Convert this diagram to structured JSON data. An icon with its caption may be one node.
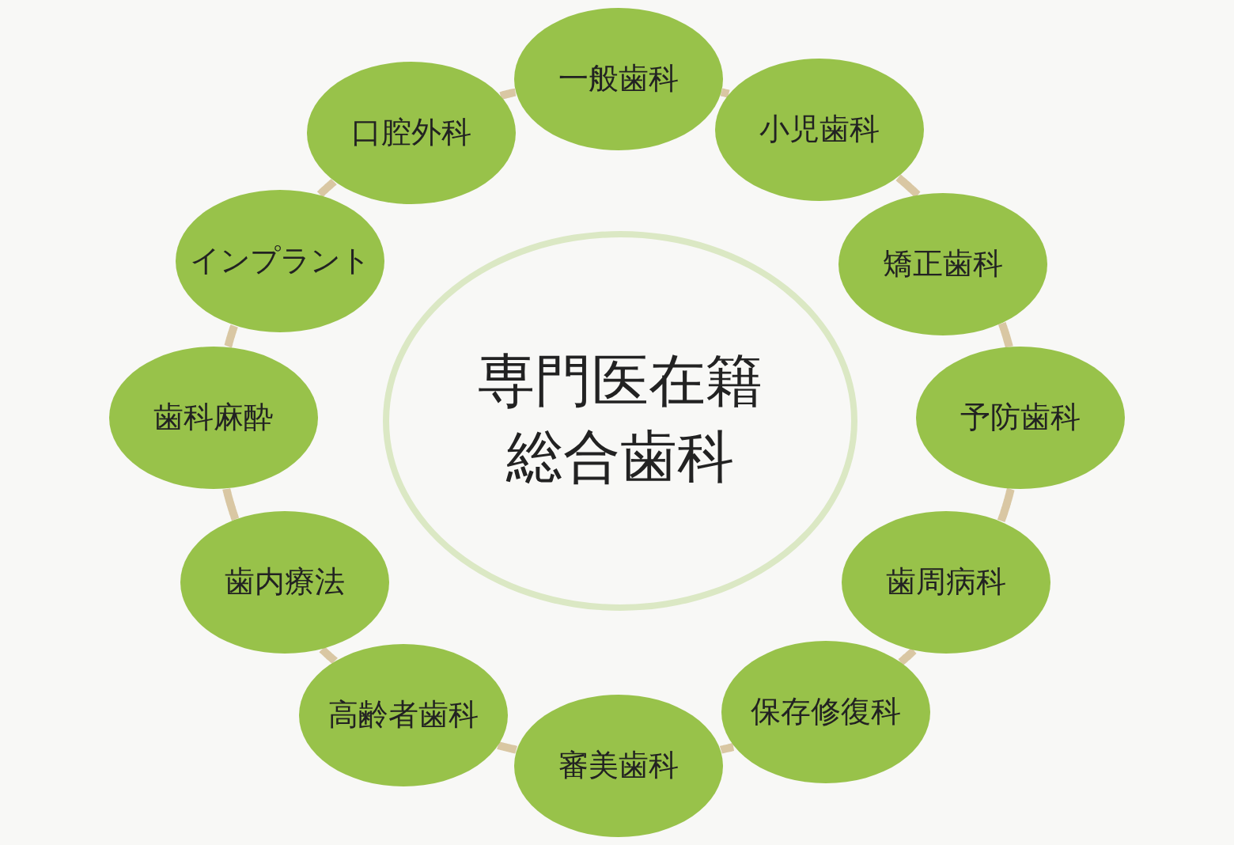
{
  "diagram": {
    "nodes": [
      {
        "text": [
          "専門医在籍総合歯科"
        ]
      },
      {
        "text": [
          "一般歯科"
        ]
      },
      {
        "text": [
          "小児歯科"
        ]
      },
      {
        "text": [
          "矯正歯科"
        ]
      },
      {
        "text": [
          "予防歯科"
        ]
      },
      {
        "text": [
          "歯周病科"
        ]
      },
      {
        "text": [
          "保存修復科"
        ]
      },
      {
        "text": [
          "審美歯科"
        ]
      },
      {
        "text": [
          "高齢者歯科"
        ]
      },
      {
        "text": [
          "歯内療法"
        ]
      },
      {
        "text": [
          "歯科麻酔"
        ]
      },
      {
        "text": [
          "インプラント"
        ]
      },
      {
        "text": [
          "口腔外科"
        ]
      }
    ],
    "edges": [
      {
        "from": 1,
        "to": 2,
        "arrow": "none"
      },
      {
        "from": 2,
        "to": 3,
        "arrow": "none"
      },
      {
        "from": 3,
        "to": 4,
        "arrow": "none"
      },
      {
        "from": 4,
        "to": 5,
        "arrow": "none"
      },
      {
        "from": 5,
        "to": 6,
        "arrow": "none"
      },
      {
        "from": 6,
        "to": 7,
        "arrow": "none"
      },
      {
        "from": 7,
        "to": 8,
        "arrow": "none"
      },
      {
        "from": 8,
        "to": 9,
        "arrow": "none"
      },
      {
        "from": 9,
        "to": 10,
        "arrow": "none"
      },
      {
        "from": 10,
        "to": 11,
        "arrow": "none"
      },
      {
        "from": 11,
        "to": 12,
        "arrow": "none"
      },
      {
        "from": 12,
        "to": 1,
        "arrow": "none"
      }
    ]
  }
}
